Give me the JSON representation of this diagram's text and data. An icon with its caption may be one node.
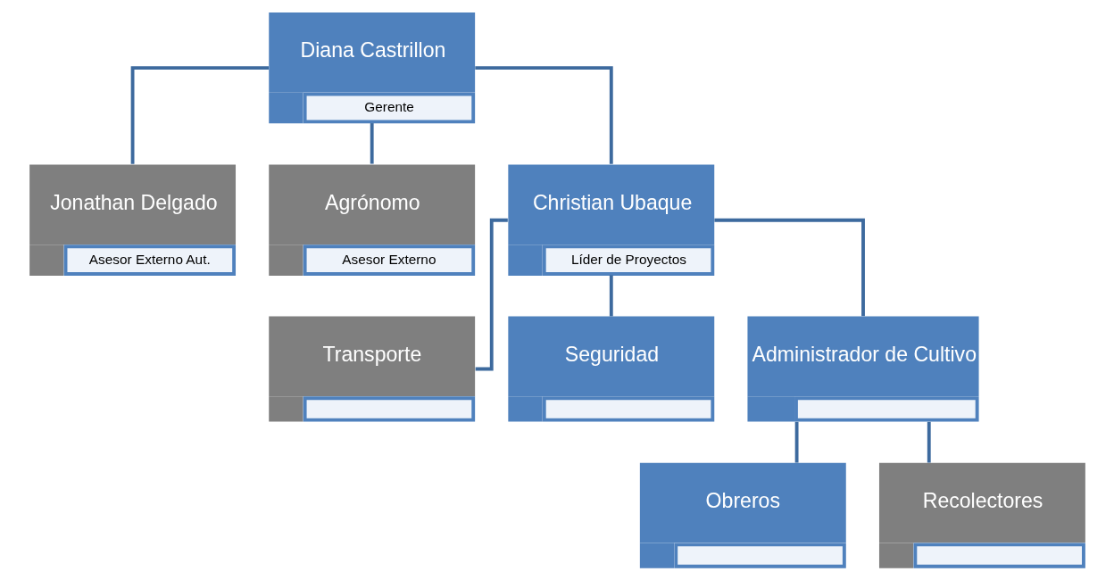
{
  "diagram": {
    "nodes": [
      {
        "text": [
          "Diana Castrillon",
          "Gerente"
        ]
      },
      {
        "text": [
          "Jonathan Delgado",
          "Asesor Externo Aut."
        ]
      },
      {
        "text": [
          "Agrónomo",
          "Asesor Externo"
        ]
      },
      {
        "text": [
          "Christian Ubaque",
          "Líder de Proyectos"
        ]
      },
      {
        "text": [
          "Transporte"
        ]
      },
      {
        "text": [
          "Seguridad"
        ]
      },
      {
        "text": [
          "Administrador de Cultivo"
        ]
      },
      {
        "text": [
          "Obreros"
        ]
      },
      {
        "text": [
          "Recolectores"
        ]
      }
    ],
    "edges": [
      {
        "from": 0,
        "to": 1,
        "arrow": "none"
      },
      {
        "from": 0,
        "to": 2,
        "arrow": "none"
      },
      {
        "from": 0,
        "to": 3,
        "arrow": "none"
      },
      {
        "from": 3,
        "to": 4,
        "arrow": "none"
      },
      {
        "from": 3,
        "to": 5,
        "arrow": "none"
      },
      {
        "from": 3,
        "to": 6,
        "arrow": "none"
      },
      {
        "from": 6,
        "to": 7,
        "arrow": "none"
      },
      {
        "from": 6,
        "to": 8,
        "arrow": "none"
      }
    ]
  }
}
